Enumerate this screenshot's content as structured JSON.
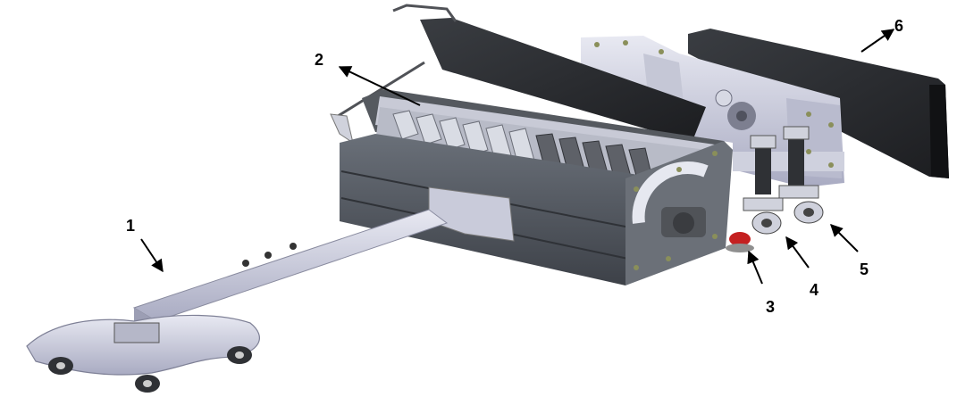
{
  "callouts": [
    {
      "label": "1"
    },
    {
      "label": "2"
    },
    {
      "label": "3"
    },
    {
      "label": "4"
    },
    {
      "label": "5"
    },
    {
      "label": "6"
    }
  ],
  "colors": {
    "housing_dark": "#4a4f57",
    "housing_mid": "#656b74",
    "steel_light": "#d9dae6",
    "steel_shadow": "#9ea0b8",
    "rotor_blade": "#cfd2da",
    "panel_black": "#2b2d31",
    "bolt": "#8a8f5a",
    "caster_red": "#c42020"
  }
}
